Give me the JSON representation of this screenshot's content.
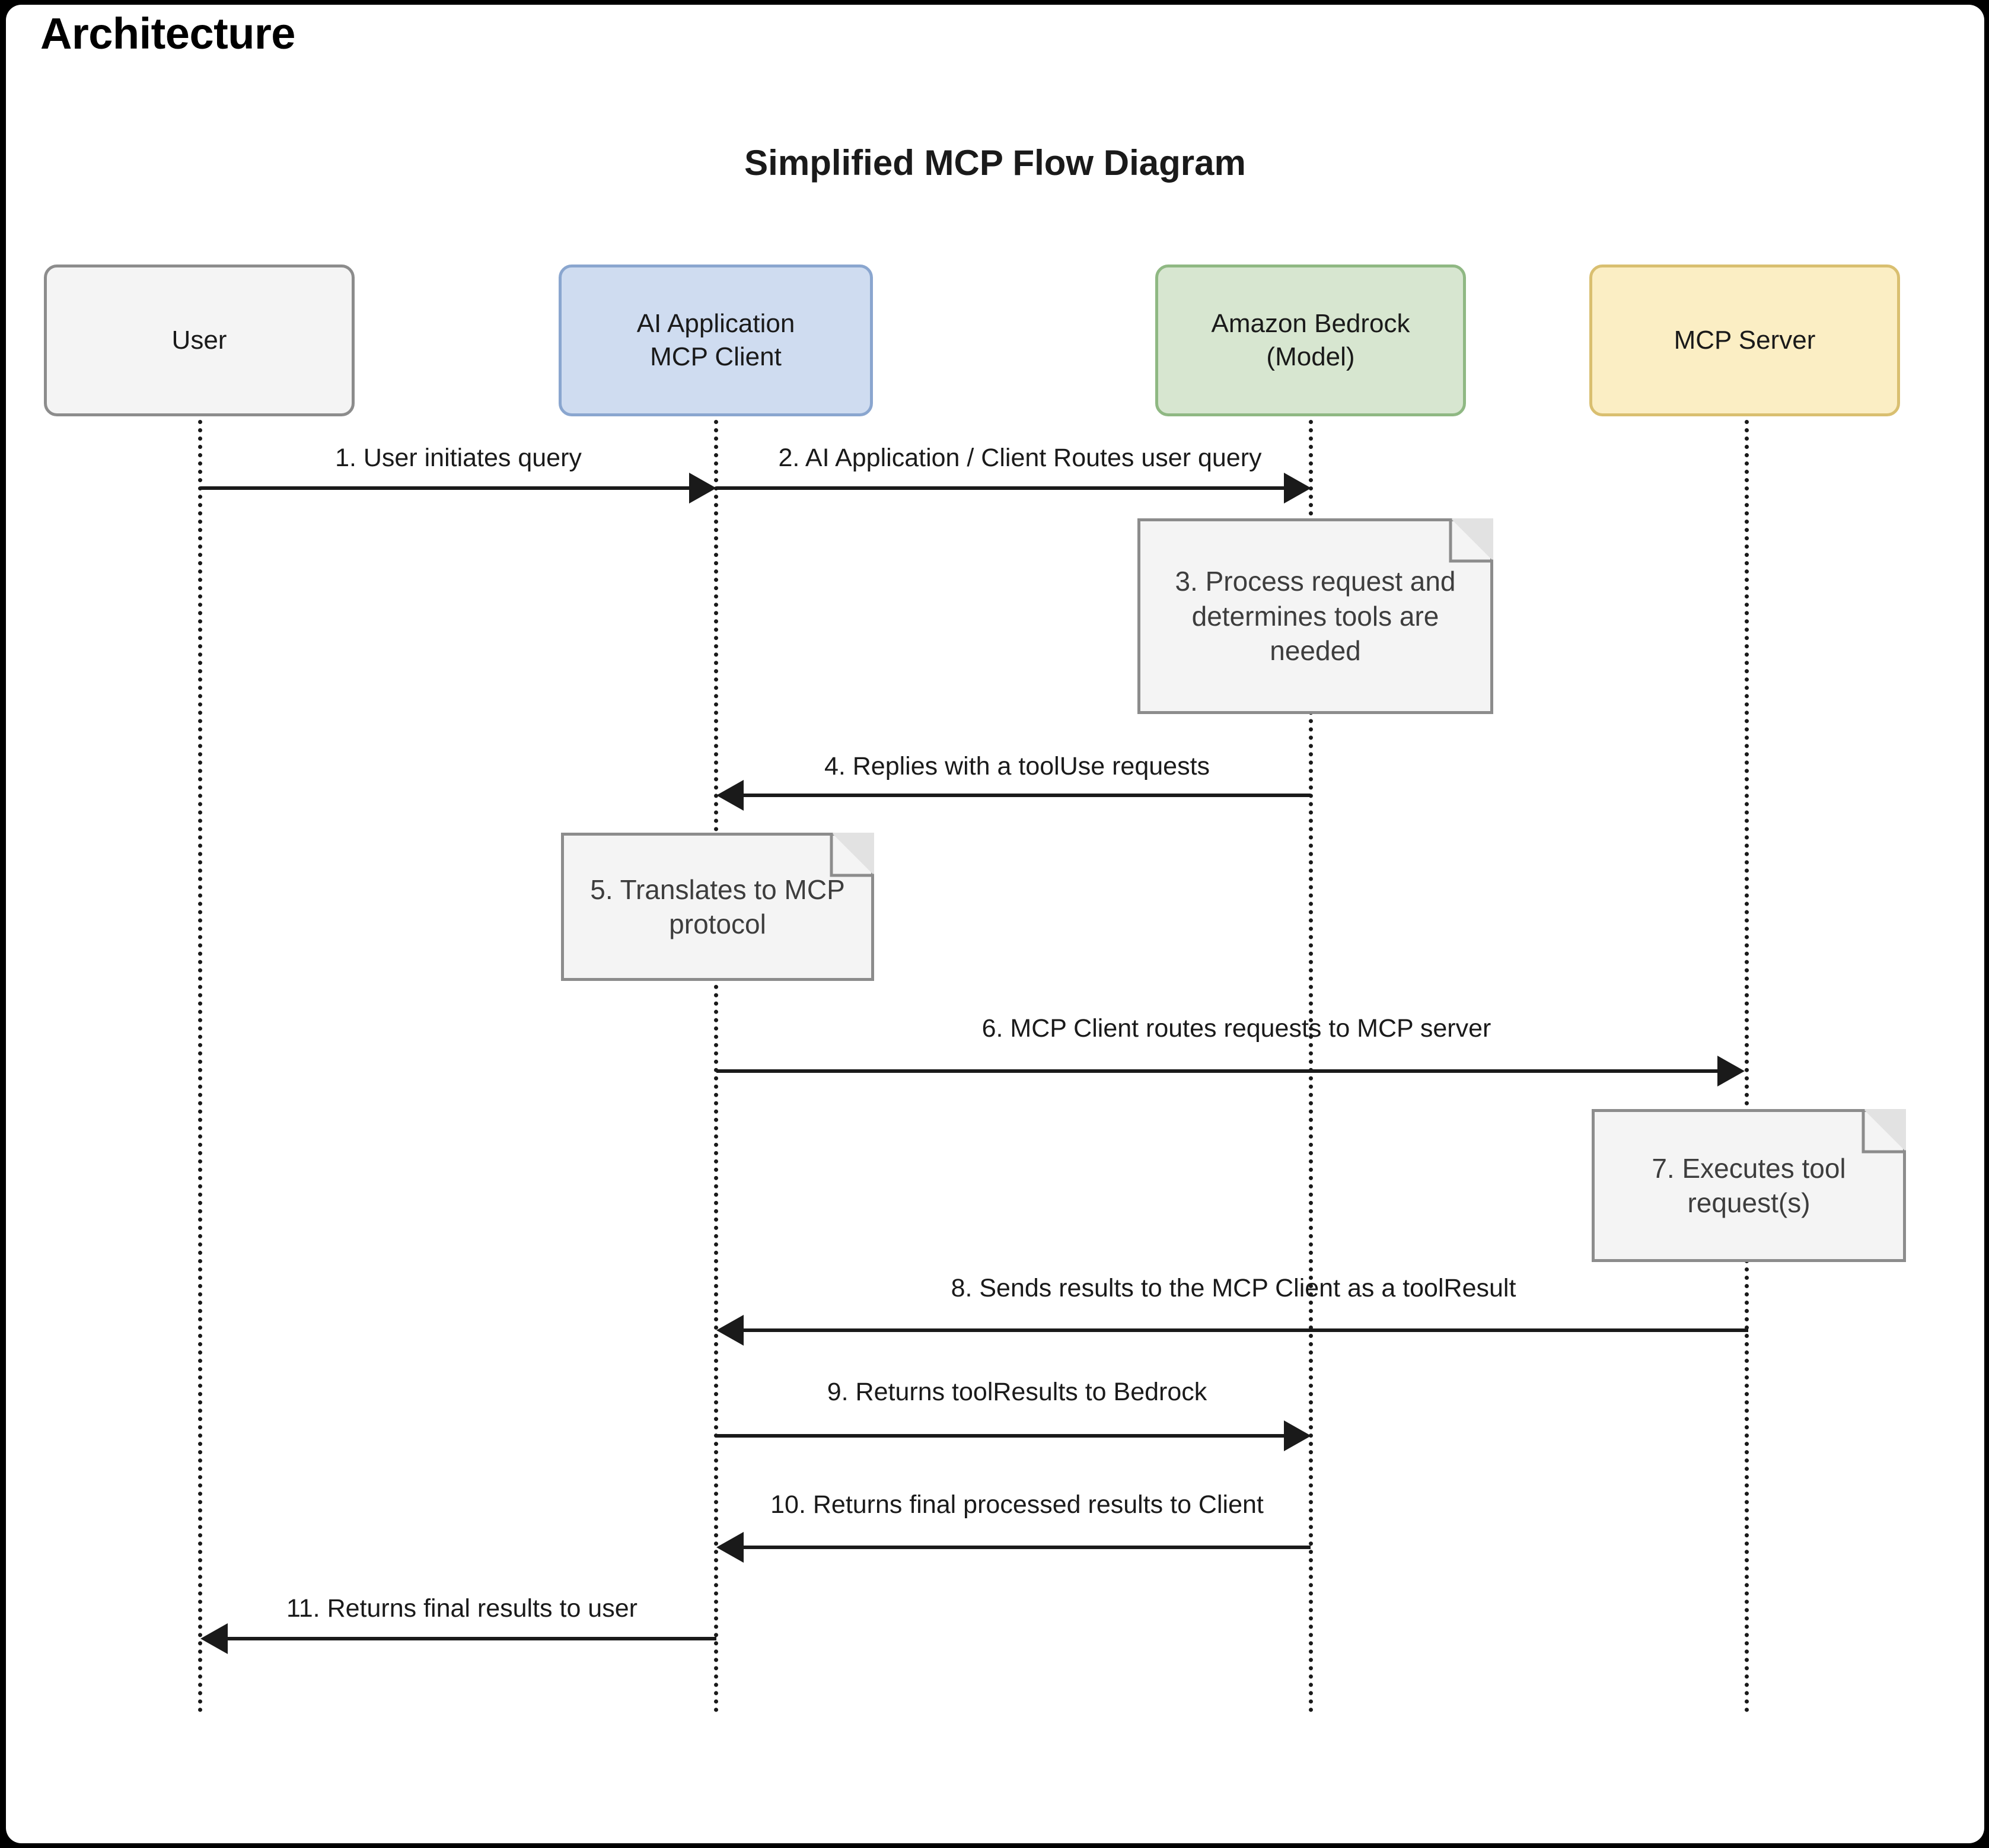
{
  "page": {
    "heading": "Architecture",
    "diagram_title": "Simplified MCP Flow Diagram"
  },
  "diagram": {
    "type": "sequence-diagram",
    "participants": [
      {
        "id": "user",
        "label": "User",
        "fill": "#f4f4f4",
        "stroke": "#8c8c8c"
      },
      {
        "id": "client",
        "label": "AI Application\nMCP Client",
        "fill": "#cfdcf0",
        "stroke": "#8aa6cf"
      },
      {
        "id": "bedrock",
        "label": "Amazon Bedrock\n(Model)",
        "fill": "#d7e6d0",
        "stroke": "#8fb883"
      },
      {
        "id": "server",
        "label": "MCP Server",
        "fill": "#fbeec4",
        "stroke": "#d9bf70"
      }
    ],
    "messages": [
      {
        "num": "1",
        "label": "1. User initiates query",
        "from": "user",
        "to": "client",
        "direction": "right"
      },
      {
        "num": "2",
        "label": "2. AI Application / Client Routes user query",
        "from": "client",
        "to": "bedrock",
        "direction": "right"
      },
      {
        "num": "4",
        "label": "4. Replies with a toolUse requests",
        "from": "bedrock",
        "to": "client",
        "direction": "left"
      },
      {
        "num": "6",
        "label": "6. MCP Client routes requests to MCP server",
        "from": "client",
        "to": "server",
        "direction": "right"
      },
      {
        "num": "8",
        "label": "8. Sends results to the MCP Client as a toolResult",
        "from": "server",
        "to": "client",
        "direction": "left"
      },
      {
        "num": "9",
        "label": "9. Returns toolResults to Bedrock",
        "from": "client",
        "to": "bedrock",
        "direction": "right"
      },
      {
        "num": "10",
        "label": "10. Returns final processed results to Client",
        "from": "bedrock",
        "to": "client",
        "direction": "left"
      },
      {
        "num": "11",
        "label": "11. Returns final results to user",
        "from": "client",
        "to": "user",
        "direction": "left"
      }
    ],
    "notes": [
      {
        "num": "3",
        "label": "3. Process request and determines tools are needed",
        "on": "bedrock"
      },
      {
        "num": "5",
        "label": "5. Translates to MCP protocol",
        "on": "client"
      },
      {
        "num": "7",
        "label": "7. Executes tool request(s)",
        "on": "server"
      }
    ]
  }
}
